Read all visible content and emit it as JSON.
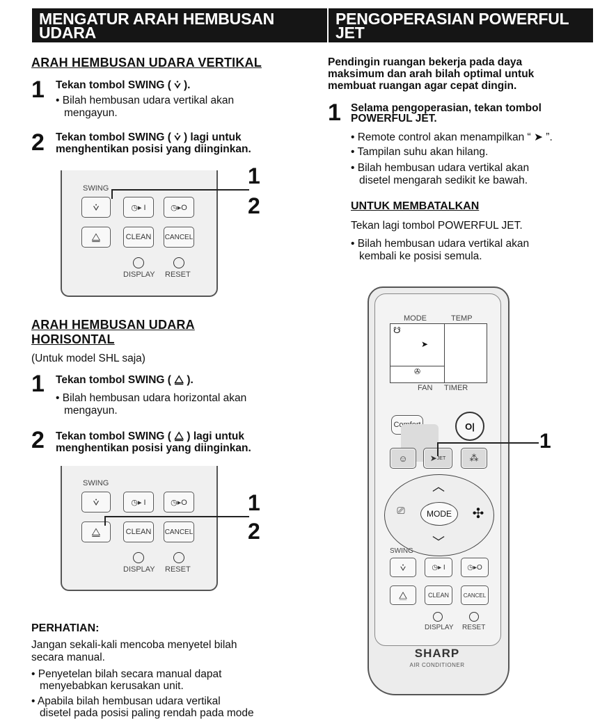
{
  "left": {
    "title_line1": "MENGATUR ARAH HEMBUSAN",
    "title_line2": "UDARA",
    "vertical": {
      "heading": "ARAH HEMBUSAN UDARA VERTIKAL",
      "step1_num": "1",
      "step1_text": "Tekan tombol SWING ( ⩒ ).",
      "step1_bullet_line1": "• Bilah hembusan udara vertikal akan",
      "step1_bullet_line2": "mengayun.",
      "step2_num": "2",
      "step2_line1": "Tekan tombol SWING ( ⩒ ) lagi untuk",
      "step2_line2": "menghentikan posisi yang diinginkan."
    },
    "horizontal": {
      "heading_line1": "ARAH HEMBUSAN UDARA",
      "heading_line2": "HORISONTAL",
      "note": "(Untuk model SHL saja)",
      "step1_num": "1",
      "step1_text": "Tekan tombol SWING ( ⧋ ).",
      "step1_bullet_line1": "• Bilah hembusan udara horizontal akan",
      "step1_bullet_line2": "mengayun.",
      "step2_num": "2",
      "step2_line1": "Tekan tombol SWING ( ⧋ ) lagi untuk",
      "step2_line2": "menghentikan posisi yang diinginkan."
    },
    "remote_labels": {
      "swing": "SWING",
      "timer_on": "◷▸ I",
      "timer_off": "◷▸O",
      "clean": "CLEAN",
      "cancel": "CANCEL",
      "display": "DISPLAY",
      "reset": "RESET",
      "call1": "1",
      "call2": "2"
    },
    "caution": {
      "heading": "PERHATIAN:",
      "line1": "Jangan sekali-kali mencoba menyetel bilah",
      "line2": "secara manual.",
      "bullet1_line1": "• Penyetelan bilah secara manual dapat",
      "bullet1_line2": "menyebabkan kerusakan unit.",
      "bullet2_line1": "• Apabila bilah hembusan udara vertikal",
      "bullet2_line2": "disetel pada posisi paling rendah pada mode"
    }
  },
  "right": {
    "title_line1": "PENGOPERASIAN POWERFUL",
    "title_line2": "JET",
    "intro_line1": "Pendingin ruangan bekerja pada daya",
    "intro_line2": "maksimum dan arah bilah optimal untuk",
    "intro_line3": "membuat ruangan agar cepat dingin.",
    "step1_num": "1",
    "step1_line1": "Selama pengoperasian, tekan tombol",
    "step1_line2": "POWERFUL JET.",
    "bullet1": "• Remote control akan menampilkan “ ➤ ”.",
    "bullet2": "• Tampilan suhu akan hilang.",
    "bullet3_line1": "• Bilah hembusan udara vertikal akan",
    "bullet3_line2": "disetel mengarah sedikit ke bawah.",
    "cancel_heading": "UNTUK MEMBATALKAN",
    "cancel_text": "Tekan lagi tombol POWERFUL JET.",
    "cancel_bullet_line1": "• Bilah hembusan udara vertikal akan",
    "cancel_bullet_line2": "kembali ke posisi semula.",
    "remote": {
      "mode": "MODE",
      "temp": "TEMP",
      "fan": "FAN",
      "timer": "TIMER",
      "comfort": "Comfort",
      "power": "(O|)",
      "jet": "JET",
      "mode_btn": "MODE",
      "swing": "SWING",
      "clean": "CLEAN",
      "cancel": "CANCEL",
      "display": "DISPLAY",
      "reset": "RESET",
      "brand": "SHARP",
      "brand_sub": "AIR CONDITIONER",
      "timer_on": "◷▸ I",
      "timer_off": "◷▸O",
      "call1": "1"
    }
  }
}
